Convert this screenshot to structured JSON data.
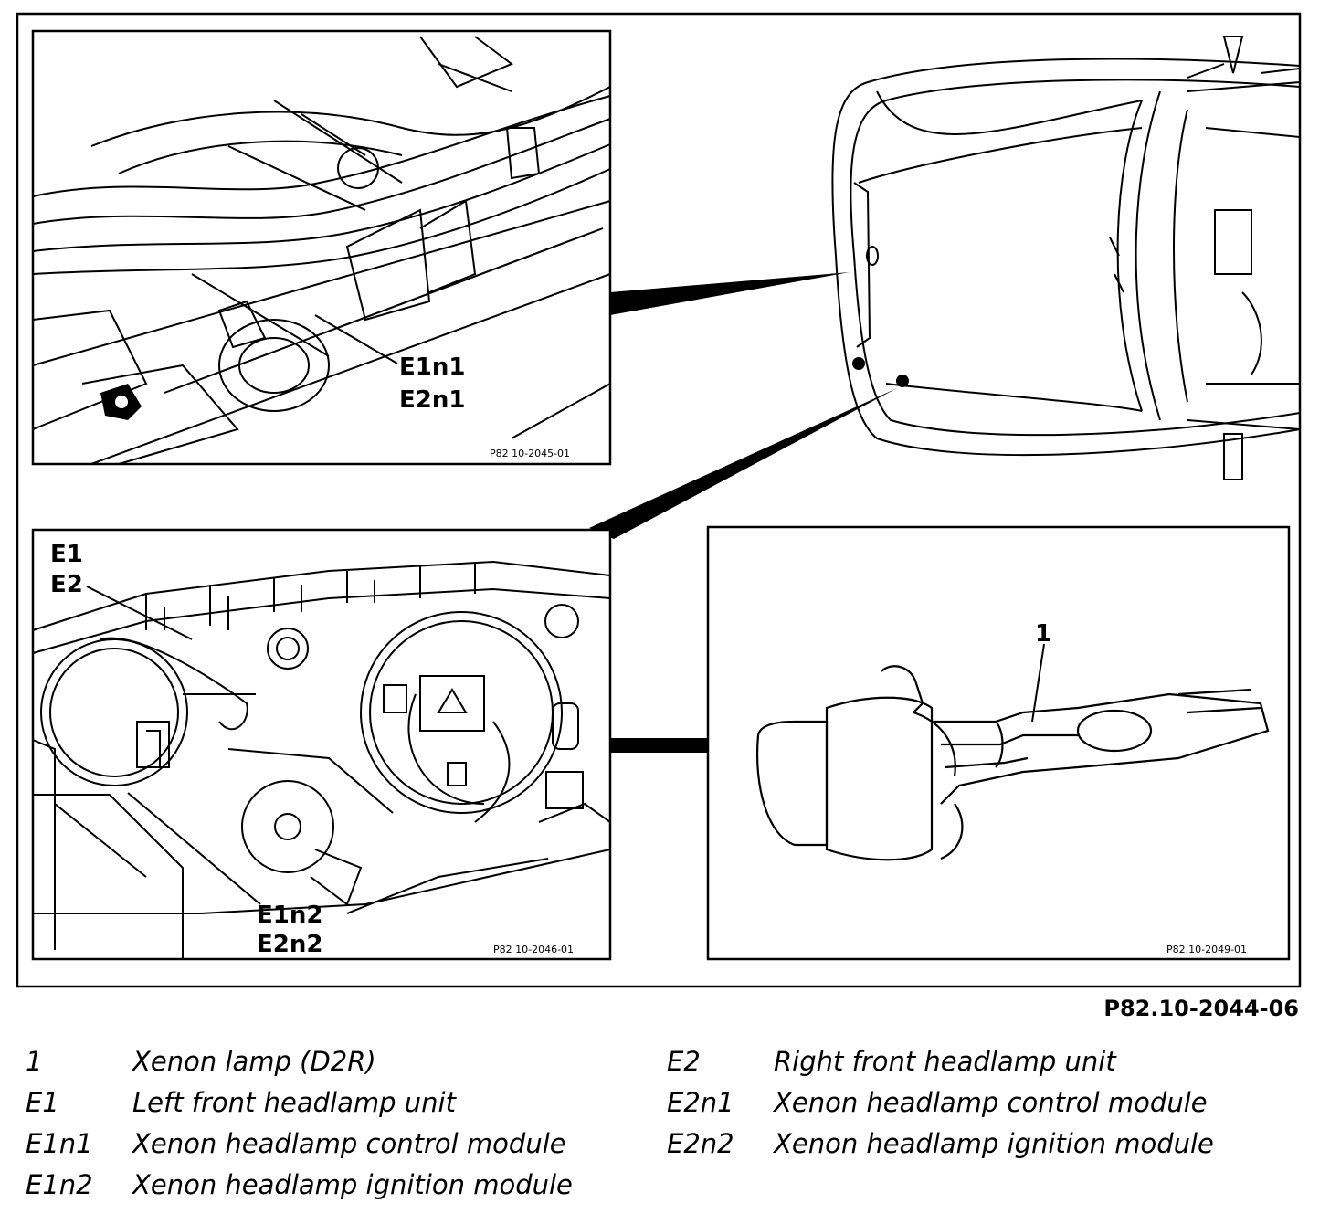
{
  "figure_id": "P82.10-2044-06",
  "panels": {
    "top_left": {
      "code": "P82 10-2045-01",
      "labels": [
        "E1n1",
        "E2n1"
      ]
    },
    "bottom_left": {
      "code": "P82 10-2046-01",
      "labels": [
        "E1",
        "E2",
        "E1n2",
        "E2n2"
      ]
    },
    "bottom_right": {
      "code": "P82.10-2049-01",
      "labels": [
        "1"
      ]
    }
  },
  "legend": {
    "left": [
      {
        "key": "1",
        "text": "Xenon lamp (D2R)"
      },
      {
        "key": "E1",
        "text": "Left front headlamp unit"
      },
      {
        "key": "E1n1",
        "text": "Xenon headlamp control module"
      },
      {
        "key": "E1n2",
        "text": "Xenon headlamp ignition module"
      }
    ],
    "right": [
      {
        "key": "E2",
        "text": "Right front headlamp unit"
      },
      {
        "key": "E2n1",
        "text": "Xenon headlamp control module"
      },
      {
        "key": "E2n2",
        "text": "Xenon headlamp ignition module"
      }
    ]
  }
}
